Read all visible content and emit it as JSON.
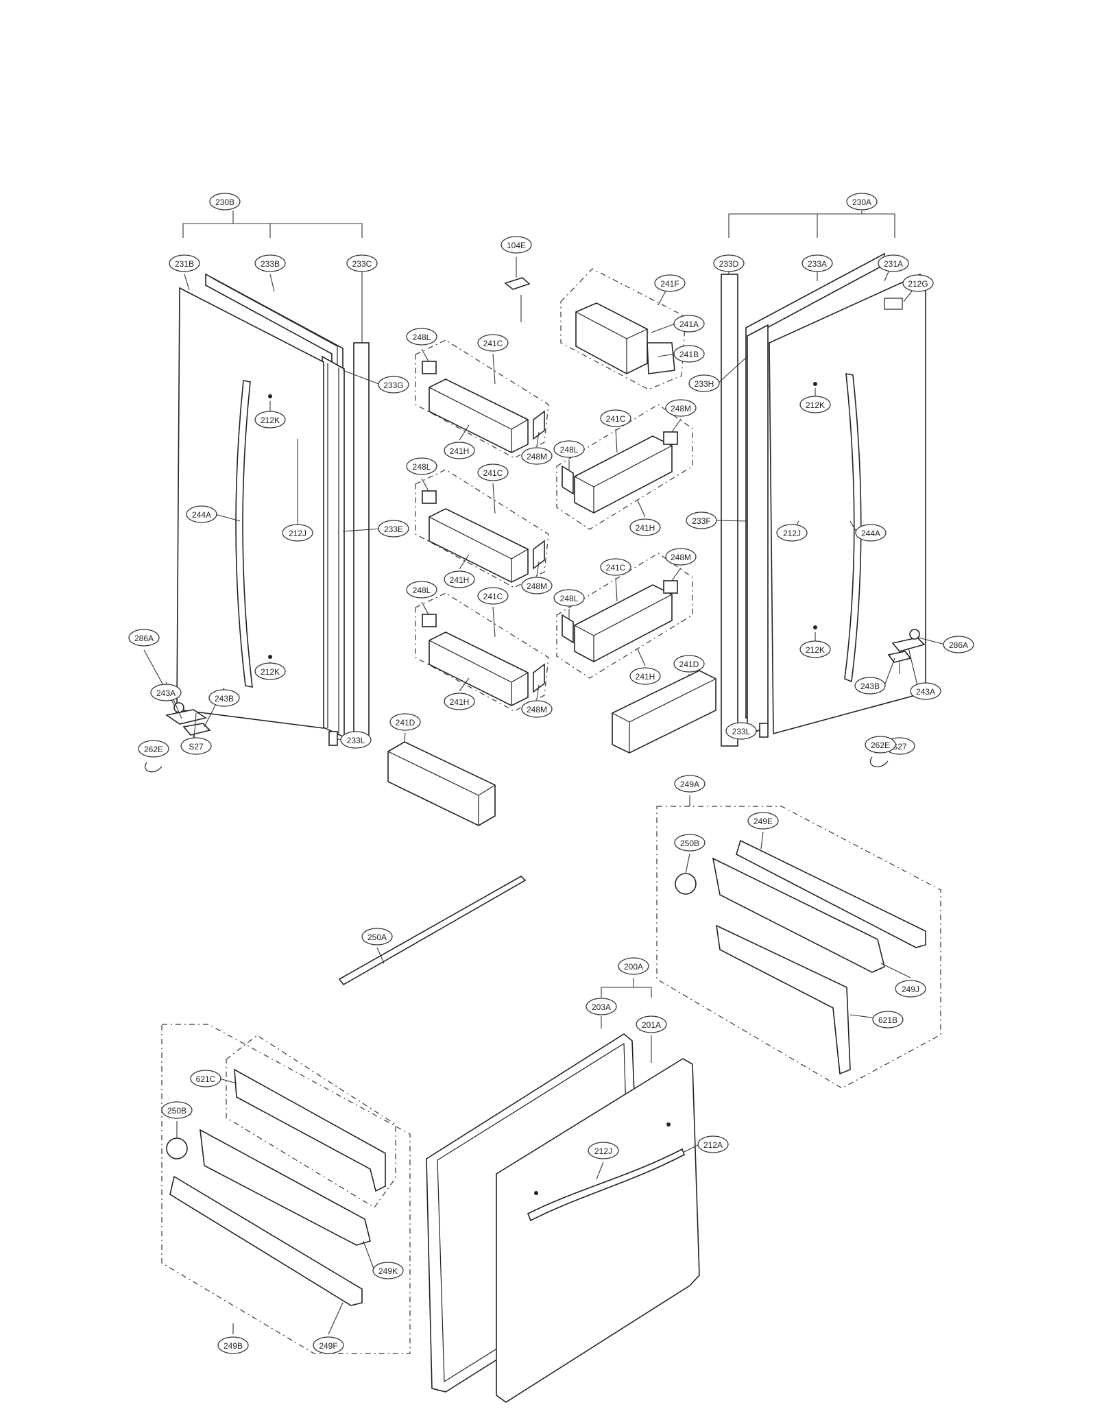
{
  "callouts": [
    {
      "id": "230B",
      "label": "230B"
    },
    {
      "id": "231B",
      "label": "231B"
    },
    {
      "id": "233B",
      "label": "233B"
    },
    {
      "id": "233C",
      "label": "233C"
    },
    {
      "id": "233G",
      "label": "233G"
    },
    {
      "id": "212K_l1",
      "label": "212K"
    },
    {
      "id": "244A_l",
      "label": "244A"
    },
    {
      "id": "212J_l",
      "label": "212J"
    },
    {
      "id": "233E",
      "label": "233E"
    },
    {
      "id": "212K_l2",
      "label": "212K"
    },
    {
      "id": "286A_l",
      "label": "286A"
    },
    {
      "id": "243A_l",
      "label": "243A"
    },
    {
      "id": "243B_l",
      "label": "243B"
    },
    {
      "id": "S27_l",
      "label": "S27"
    },
    {
      "id": "262E_l",
      "label": "262E"
    },
    {
      "id": "233L_l",
      "label": "233L"
    },
    {
      "id": "241D_l",
      "label": "241D"
    },
    {
      "id": "104E",
      "label": "104E"
    },
    {
      "id": "248L_1",
      "label": "248L"
    },
    {
      "id": "241C_1",
      "label": "241C"
    },
    {
      "id": "241H_1",
      "label": "241H"
    },
    {
      "id": "248M_1",
      "label": "248M"
    },
    {
      "id": "248L_2",
      "label": "248L"
    },
    {
      "id": "241C_2",
      "label": "241C"
    },
    {
      "id": "241H_2",
      "label": "241H"
    },
    {
      "id": "248M_2",
      "label": "248M"
    },
    {
      "id": "248L_3",
      "label": "248L"
    },
    {
      "id": "241C_3",
      "label": "241C"
    },
    {
      "id": "241H_3",
      "label": "241H"
    },
    {
      "id": "248M_3",
      "label": "248M"
    },
    {
      "id": "241F",
      "label": "241F"
    },
    {
      "id": "241A",
      "label": "241A"
    },
    {
      "id": "241B",
      "label": "241B"
    },
    {
      "id": "241C_4",
      "label": "241C"
    },
    {
      "id": "248M_4",
      "label": "248M"
    },
    {
      "id": "248L_4",
      "label": "248L"
    },
    {
      "id": "241H_4",
      "label": "241H"
    },
    {
      "id": "241C_5",
      "label": "241C"
    },
    {
      "id": "248M_5",
      "label": "248M"
    },
    {
      "id": "248L_5",
      "label": "248L"
    },
    {
      "id": "241H_5",
      "label": "241H"
    },
    {
      "id": "241D_r",
      "label": "241D"
    },
    {
      "id": "233L_r",
      "label": "233L"
    },
    {
      "id": "230A",
      "label": "230A"
    },
    {
      "id": "233D",
      "label": "233D"
    },
    {
      "id": "233A",
      "label": "233A"
    },
    {
      "id": "231A",
      "label": "231A"
    },
    {
      "id": "212G",
      "label": "212G"
    },
    {
      "id": "233H",
      "label": "233H"
    },
    {
      "id": "212K_r1",
      "label": "212K"
    },
    {
      "id": "233F",
      "label": "233F"
    },
    {
      "id": "212J_r",
      "label": "212J"
    },
    {
      "id": "244A_r",
      "label": "244A"
    },
    {
      "id": "212K_r2",
      "label": "212K"
    },
    {
      "id": "286A_r",
      "label": "286A"
    },
    {
      "id": "243B_r",
      "label": "243B"
    },
    {
      "id": "243A_r",
      "label": "243A"
    },
    {
      "id": "S27_r",
      "label": "S27"
    },
    {
      "id": "262E_r",
      "label": "262E"
    },
    {
      "id": "249A",
      "label": "249A"
    },
    {
      "id": "249E",
      "label": "249E"
    },
    {
      "id": "250B_r",
      "label": "250B"
    },
    {
      "id": "249J",
      "label": "249J"
    },
    {
      "id": "621B",
      "label": "621B"
    },
    {
      "id": "250A",
      "label": "250A"
    },
    {
      "id": "200A",
      "label": "200A"
    },
    {
      "id": "203A",
      "label": "203A"
    },
    {
      "id": "201A",
      "label": "201A"
    },
    {
      "id": "212J_d",
      "label": "212J"
    },
    {
      "id": "212A",
      "label": "212A"
    },
    {
      "id": "621C",
      "label": "621C"
    },
    {
      "id": "250B_l",
      "label": "250B"
    },
    {
      "id": "249K",
      "label": "249K"
    },
    {
      "id": "249B",
      "label": "249B"
    },
    {
      "id": "249F",
      "label": "249F"
    }
  ]
}
